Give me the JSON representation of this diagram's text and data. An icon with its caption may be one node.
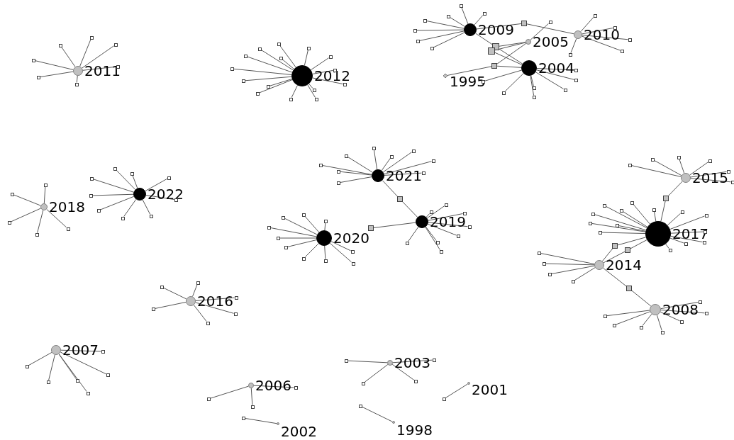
{
  "diagram": {
    "nodes": [
      {
        "text": [],
        "shape": "circle",
        "beside": [
          "2011"
        ]
      },
      {
        "text": [],
        "shape": "box"
      },
      {
        "text": [],
        "shape": "box"
      },
      {
        "text": [],
        "shape": "box"
      },
      {
        "text": [],
        "shape": "box"
      },
      {
        "text": [],
        "shape": "box"
      },
      {
        "text": [],
        "shape": "box"
      },
      {
        "text": [],
        "shape": "box"
      },
      {
        "text": [],
        "shape": "circle",
        "beside": [
          "2012"
        ]
      },
      {
        "text": [],
        "shape": "box"
      },
      {
        "text": [],
        "shape": "box"
      },
      {
        "text": [],
        "shape": "box"
      },
      {
        "text": [],
        "shape": "box"
      },
      {
        "text": [],
        "shape": "box"
      },
      {
        "text": [],
        "shape": "box"
      },
      {
        "text": [],
        "shape": "box"
      },
      {
        "text": [],
        "shape": "box"
      },
      {
        "text": [],
        "shape": "box"
      },
      {
        "text": [],
        "shape": "box"
      },
      {
        "text": [],
        "shape": "box"
      },
      {
        "text": [],
        "shape": "box"
      },
      {
        "text": [],
        "shape": "box"
      },
      {
        "text": [],
        "shape": "box"
      },
      {
        "text": [],
        "shape": "box"
      },
      {
        "text": [],
        "shape": "circle",
        "beside": [
          "2009"
        ]
      },
      {
        "text": [],
        "shape": "box"
      },
      {
        "text": [],
        "shape": "box"
      },
      {
        "text": [],
        "shape": "box"
      },
      {
        "text": [],
        "shape": "box"
      },
      {
        "text": [],
        "shape": "box"
      },
      {
        "text": [],
        "shape": "box"
      },
      {
        "text": [],
        "shape": "box"
      },
      {
        "text": [],
        "shape": "circle",
        "beside": [
          "2010"
        ]
      },
      {
        "text": [],
        "shape": "box"
      },
      {
        "text": [],
        "shape": "box"
      },
      {
        "text": [],
        "shape": "box"
      },
      {
        "text": [],
        "shape": "box"
      },
      {
        "text": [],
        "shape": "box"
      },
      {
        "text": [],
        "shape": "box"
      },
      {
        "text": [],
        "shape": "circle",
        "beside": [
          "2005"
        ]
      },
      {
        "text": [],
        "shape": "box"
      },
      {
        "text": [],
        "shape": "box"
      },
      {
        "text": [],
        "shape": "box"
      },
      {
        "text": [],
        "shape": "circle",
        "beside": [
          "2004"
        ]
      },
      {
        "text": [],
        "shape": "diamond",
        "beside": [
          "1995"
        ]
      },
      {
        "text": [],
        "shape": "box"
      },
      {
        "text": [],
        "shape": "box"
      },
      {
        "text": [],
        "shape": "box"
      },
      {
        "text": [],
        "shape": "box"
      },
      {
        "text": [],
        "shape": "box"
      },
      {
        "text": [],
        "shape": "box"
      },
      {
        "text": [],
        "shape": "box"
      },
      {
        "text": [],
        "shape": "box"
      },
      {
        "text": [],
        "shape": "circle",
        "beside": [
          "2021"
        ]
      },
      {
        "text": [],
        "shape": "box"
      },
      {
        "text": [],
        "shape": "box"
      },
      {
        "text": [],
        "shape": "box"
      },
      {
        "text": [],
        "shape": "box"
      },
      {
        "text": [],
        "shape": "box"
      },
      {
        "text": [],
        "shape": "box"
      },
      {
        "text": [],
        "shape": "box"
      },
      {
        "text": [],
        "shape": "box"
      },
      {
        "text": [],
        "shape": "box"
      },
      {
        "text": [],
        "shape": "circle",
        "beside": [
          "2015"
        ]
      },
      {
        "text": [],
        "shape": "box"
      },
      {
        "text": [],
        "shape": "box"
      },
      {
        "text": [],
        "shape": "box"
      },
      {
        "text": [],
        "shape": "box"
      },
      {
        "text": [],
        "shape": "box"
      },
      {
        "text": [],
        "shape": "box"
      },
      {
        "text": [],
        "shape": "circle",
        "beside": [
          "2022"
        ]
      },
      {
        "text": [],
        "shape": "box"
      },
      {
        "text": [],
        "shape": "box"
      },
      {
        "text": [],
        "shape": "box"
      },
      {
        "text": [],
        "shape": "box"
      },
      {
        "text": [],
        "shape": "box"
      },
      {
        "text": [],
        "shape": "box"
      },
      {
        "text": [],
        "shape": "box"
      },
      {
        "text": [],
        "shape": "box"
      },
      {
        "text": [],
        "shape": "box"
      },
      {
        "text": [],
        "shape": "circle",
        "beside": [
          "2018"
        ]
      },
      {
        "text": [],
        "shape": "box"
      },
      {
        "text": [],
        "shape": "box"
      },
      {
        "text": [],
        "shape": "box"
      },
      {
        "text": [],
        "shape": "box"
      },
      {
        "text": [],
        "shape": "box"
      },
      {
        "text": [],
        "shape": "box"
      },
      {
        "text": [],
        "shape": "circle",
        "beside": [
          "2019"
        ]
      },
      {
        "text": [],
        "shape": "box"
      },
      {
        "text": [],
        "shape": "box"
      },
      {
        "text": [],
        "shape": "box"
      },
      {
        "text": [],
        "shape": "box"
      },
      {
        "text": [],
        "shape": "box"
      },
      {
        "text": [],
        "shape": "box"
      },
      {
        "text": [],
        "shape": "box"
      },
      {
        "text": [],
        "shape": "box"
      },
      {
        "text": [],
        "shape": "box"
      },
      {
        "text": [],
        "shape": "box"
      },
      {
        "text": [],
        "shape": "circle",
        "beside": [
          "2017"
        ]
      },
      {
        "text": [],
        "shape": "box"
      },
      {
        "text": [],
        "shape": "box"
      },
      {
        "text": [],
        "shape": "box"
      },
      {
        "text": [],
        "shape": "box"
      },
      {
        "text": [],
        "shape": "box"
      },
      {
        "text": [],
        "shape": "box"
      },
      {
        "text": [],
        "shape": "box"
      },
      {
        "text": [],
        "shape": "box"
      },
      {
        "text": [],
        "shape": "box"
      },
      {
        "text": [],
        "shape": "box"
      },
      {
        "text": [],
        "shape": "box"
      },
      {
        "text": [],
        "shape": "box"
      },
      {
        "text": [],
        "shape": "box"
      },
      {
        "text": [],
        "shape": "box"
      },
      {
        "text": [],
        "shape": "circle",
        "beside": [
          "2020"
        ]
      },
      {
        "text": [],
        "shape": "box"
      },
      {
        "text": [],
        "shape": "box"
      },
      {
        "text": [],
        "shape": "box"
      },
      {
        "text": [],
        "shape": "box"
      },
      {
        "text": [],
        "shape": "box"
      },
      {
        "text": [],
        "shape": "box"
      },
      {
        "text": [],
        "shape": "box"
      },
      {
        "text": [],
        "shape": "box"
      },
      {
        "text": [],
        "shape": "box"
      },
      {
        "text": [],
        "shape": "box"
      },
      {
        "text": [],
        "shape": "box"
      },
      {
        "text": [],
        "shape": "box"
      },
      {
        "text": [],
        "shape": "circle",
        "beside": [
          "2014"
        ]
      },
      {
        "text": [],
        "shape": "box"
      },
      {
        "text": [],
        "shape": "box"
      },
      {
        "text": [],
        "shape": "box"
      },
      {
        "text": [],
        "shape": "box"
      },
      {
        "text": [],
        "shape": "box"
      },
      {
        "text": [],
        "shape": "circle",
        "beside": [
          "2016"
        ]
      },
      {
        "text": [],
        "shape": "box"
      },
      {
        "text": [],
        "shape": "box"
      },
      {
        "text": [],
        "shape": "box"
      },
      {
        "text": [],
        "shape": "box"
      },
      {
        "text": [],
        "shape": "box"
      },
      {
        "text": [],
        "shape": "box"
      },
      {
        "text": [],
        "shape": "circle",
        "beside": [
          "2008"
        ]
      },
      {
        "text": [],
        "shape": "box"
      },
      {
        "text": [],
        "shape": "box"
      },
      {
        "text": [],
        "shape": "box"
      },
      {
        "text": [],
        "shape": "box"
      },
      {
        "text": [],
        "shape": "box"
      },
      {
        "text": [],
        "shape": "box"
      },
      {
        "text": [],
        "shape": "box"
      },
      {
        "text": [],
        "shape": "circle",
        "beside": [
          "2007"
        ]
      },
      {
        "text": [],
        "shape": "box"
      },
      {
        "text": [],
        "shape": "box"
      },
      {
        "text": [],
        "shape": "box"
      },
      {
        "text": [],
        "shape": "box"
      },
      {
        "text": [],
        "shape": "box"
      },
      {
        "text": [],
        "shape": "box"
      },
      {
        "text": [],
        "shape": "circle",
        "beside": [
          "2003"
        ]
      },
      {
        "text": [],
        "shape": "box"
      },
      {
        "text": [],
        "shape": "box"
      },
      {
        "text": [],
        "shape": "box"
      },
      {
        "text": [],
        "shape": "box"
      },
      {
        "text": [],
        "shape": "circle",
        "beside": [
          "2006"
        ]
      },
      {
        "text": [],
        "shape": "box"
      },
      {
        "text": [],
        "shape": "box"
      },
      {
        "text": [],
        "shape": "box"
      },
      {
        "text": [],
        "shape": "circle",
        "beside": [
          "2001"
        ]
      },
      {
        "text": [],
        "shape": "box"
      },
      {
        "text": [],
        "shape": "circle",
        "beside": [
          "2002"
        ]
      },
      {
        "text": [],
        "shape": "box"
      },
      {
        "text": [],
        "shape": "circle",
        "beside": [
          "1998"
        ]
      },
      {
        "text": [],
        "shape": "box"
      }
    ],
    "edges": [
      {
        "from": 0,
        "to": 1,
        "arrow": "none"
      },
      {
        "from": 0,
        "to": 2,
        "arrow": "none"
      },
      {
        "from": 0,
        "to": 3,
        "arrow": "none"
      },
      {
        "from": 0,
        "to": 4,
        "arrow": "none"
      },
      {
        "from": 0,
        "to": 5,
        "arrow": "none"
      },
      {
        "from": 0,
        "to": 6,
        "arrow": "none"
      },
      {
        "from": 0,
        "to": 7,
        "arrow": "none"
      },
      {
        "from": 8,
        "to": 9,
        "arrow": "none"
      },
      {
        "from": 8,
        "to": 10,
        "arrow": "none"
      },
      {
        "from": 8,
        "to": 11,
        "arrow": "none"
      },
      {
        "from": 8,
        "to": 12,
        "arrow": "none"
      },
      {
        "from": 8,
        "to": 13,
        "arrow": "none"
      },
      {
        "from": 8,
        "to": 14,
        "arrow": "none"
      },
      {
        "from": 8,
        "to": 15,
        "arrow": "none"
      },
      {
        "from": 8,
        "to": 16,
        "arrow": "none"
      },
      {
        "from": 8,
        "to": 17,
        "arrow": "none"
      },
      {
        "from": 8,
        "to": 18,
        "arrow": "none"
      },
      {
        "from": 8,
        "to": 19,
        "arrow": "none"
      },
      {
        "from": 8,
        "to": 20,
        "arrow": "none"
      },
      {
        "from": 8,
        "to": 21,
        "arrow": "none"
      },
      {
        "from": 8,
        "to": 22,
        "arrow": "none"
      },
      {
        "from": 8,
        "to": 23,
        "arrow": "none"
      },
      {
        "from": 24,
        "to": 25,
        "arrow": "none"
      },
      {
        "from": 24,
        "to": 26,
        "arrow": "none"
      },
      {
        "from": 24,
        "to": 27,
        "arrow": "none"
      },
      {
        "from": 24,
        "to": 28,
        "arrow": "none"
      },
      {
        "from": 24,
        "to": 29,
        "arrow": "none"
      },
      {
        "from": 24,
        "to": 30,
        "arrow": "none"
      },
      {
        "from": 24,
        "to": 31,
        "arrow": "none"
      },
      {
        "from": 32,
        "to": 33,
        "arrow": "none"
      },
      {
        "from": 32,
        "to": 34,
        "arrow": "none"
      },
      {
        "from": 32,
        "to": 35,
        "arrow": "none"
      },
      {
        "from": 32,
        "to": 36,
        "arrow": "none"
      },
      {
        "from": 32,
        "to": 37,
        "arrow": "none"
      },
      {
        "from": 24,
        "to": 38,
        "arrow": "none"
      },
      {
        "from": 32,
        "to": 38,
        "arrow": "none"
      },
      {
        "from": 39,
        "to": 40,
        "arrow": "none"
      },
      {
        "from": 24,
        "to": 41,
        "arrow": "none"
      },
      {
        "from": 39,
        "to": 41,
        "arrow": "none"
      },
      {
        "from": 43,
        "to": 41,
        "arrow": "none"
      },
      {
        "from": 39,
        "to": 42,
        "arrow": "none"
      },
      {
        "from": 43,
        "to": 42,
        "arrow": "none"
      },
      {
        "from": 44,
        "to": 45,
        "arrow": "none"
      },
      {
        "from": 43,
        "to": 45,
        "arrow": "none"
      },
      {
        "from": 39,
        "to": 45,
        "arrow": "none"
      },
      {
        "from": 43,
        "to": 46,
        "arrow": "none"
      },
      {
        "from": 43,
        "to": 47,
        "arrow": "none"
      },
      {
        "from": 43,
        "to": 48,
        "arrow": "none"
      },
      {
        "from": 43,
        "to": 49,
        "arrow": "none"
      },
      {
        "from": 43,
        "to": 50,
        "arrow": "none"
      },
      {
        "from": 43,
        "to": 51,
        "arrow": "none"
      },
      {
        "from": 43,
        "to": 52,
        "arrow": "none"
      },
      {
        "from": 53,
        "to": 54,
        "arrow": "none"
      },
      {
        "from": 53,
        "to": 55,
        "arrow": "none"
      },
      {
        "from": 53,
        "to": 56,
        "arrow": "none"
      },
      {
        "from": 53,
        "to": 57,
        "arrow": "none"
      },
      {
        "from": 53,
        "to": 58,
        "arrow": "none"
      },
      {
        "from": 53,
        "to": 59,
        "arrow": "none"
      },
      {
        "from": 53,
        "to": 60,
        "arrow": "none"
      },
      {
        "from": 53,
        "to": 61,
        "arrow": "none"
      },
      {
        "from": 53,
        "to": 62,
        "arrow": "none"
      },
      {
        "from": 63,
        "to": 64,
        "arrow": "none"
      },
      {
        "from": 63,
        "to": 65,
        "arrow": "none"
      },
      {
        "from": 63,
        "to": 66,
        "arrow": "none"
      },
      {
        "from": 63,
        "to": 67,
        "arrow": "none"
      },
      {
        "from": 63,
        "to": 68,
        "arrow": "none"
      },
      {
        "from": 63,
        "to": 69,
        "arrow": "none"
      },
      {
        "from": 70,
        "to": 71,
        "arrow": "none"
      },
      {
        "from": 70,
        "to": 72,
        "arrow": "none"
      },
      {
        "from": 70,
        "to": 73,
        "arrow": "none"
      },
      {
        "from": 70,
        "to": 74,
        "arrow": "none"
      },
      {
        "from": 70,
        "to": 75,
        "arrow": "none"
      },
      {
        "from": 70,
        "to": 76,
        "arrow": "none"
      },
      {
        "from": 70,
        "to": 77,
        "arrow": "none"
      },
      {
        "from": 70,
        "to": 78,
        "arrow": "none"
      },
      {
        "from": 70,
        "to": 79,
        "arrow": "none"
      },
      {
        "from": 80,
        "to": 81,
        "arrow": "none"
      },
      {
        "from": 80,
        "to": 82,
        "arrow": "none"
      },
      {
        "from": 80,
        "to": 83,
        "arrow": "none"
      },
      {
        "from": 80,
        "to": 84,
        "arrow": "none"
      },
      {
        "from": 80,
        "to": 85,
        "arrow": "none"
      },
      {
        "from": 53,
        "to": 86,
        "arrow": "none"
      },
      {
        "from": 87,
        "to": 86,
        "arrow": "none"
      },
      {
        "from": 87,
        "to": 88,
        "arrow": "none"
      },
      {
        "from": 87,
        "to": 89,
        "arrow": "none"
      },
      {
        "from": 87,
        "to": 90,
        "arrow": "none"
      },
      {
        "from": 87,
        "to": 91,
        "arrow": "none"
      },
      {
        "from": 87,
        "to": 92,
        "arrow": "none"
      },
      {
        "from": 87,
        "to": 93,
        "arrow": "none"
      },
      {
        "from": 87,
        "to": 94,
        "arrow": "none"
      },
      {
        "from": 87,
        "to": 95,
        "arrow": "none"
      },
      {
        "from": 87,
        "to": 96,
        "arrow": "none"
      },
      {
        "from": 63,
        "to": 97,
        "arrow": "none"
      },
      {
        "from": 98,
        "to": 97,
        "arrow": "none"
      },
      {
        "from": 98,
        "to": 99,
        "arrow": "none"
      },
      {
        "from": 98,
        "to": 100,
        "arrow": "none"
      },
      {
        "from": 98,
        "to": 101,
        "arrow": "none"
      },
      {
        "from": 98,
        "to": 102,
        "arrow": "none"
      },
      {
        "from": 98,
        "to": 103,
        "arrow": "none"
      },
      {
        "from": 98,
        "to": 104,
        "arrow": "none"
      },
      {
        "from": 98,
        "to": 105,
        "arrow": "none"
      },
      {
        "from": 98,
        "to": 106,
        "arrow": "none"
      },
      {
        "from": 98,
        "to": 107,
        "arrow": "none"
      },
      {
        "from": 98,
        "to": 108,
        "arrow": "none"
      },
      {
        "from": 98,
        "to": 109,
        "arrow": "none"
      },
      {
        "from": 98,
        "to": 110,
        "arrow": "none"
      },
      {
        "from": 98,
        "to": 111,
        "arrow": "none"
      },
      {
        "from": 98,
        "to": 112,
        "arrow": "none"
      },
      {
        "from": 113,
        "to": 114,
        "arrow": "none"
      },
      {
        "from": 113,
        "to": 115,
        "arrow": "none"
      },
      {
        "from": 113,
        "to": 116,
        "arrow": "none"
      },
      {
        "from": 113,
        "to": 117,
        "arrow": "none"
      },
      {
        "from": 113,
        "to": 118,
        "arrow": "none"
      },
      {
        "from": 113,
        "to": 119,
        "arrow": "none"
      },
      {
        "from": 113,
        "to": 120,
        "arrow": "none"
      },
      {
        "from": 113,
        "to": 121,
        "arrow": "none"
      },
      {
        "from": 113,
        "to": 122,
        "arrow": "none"
      },
      {
        "from": 113,
        "to": 123,
        "arrow": "none"
      },
      {
        "from": 126,
        "to": 124,
        "arrow": "none"
      },
      {
        "from": 98,
        "to": 124,
        "arrow": "none"
      },
      {
        "from": 126,
        "to": 125,
        "arrow": "none"
      },
      {
        "from": 98,
        "to": 125,
        "arrow": "none"
      },
      {
        "from": 126,
        "to": 127,
        "arrow": "none"
      },
      {
        "from": 126,
        "to": 128,
        "arrow": "none"
      },
      {
        "from": 126,
        "to": 129,
        "arrow": "none"
      },
      {
        "from": 126,
        "to": 130,
        "arrow": "none"
      },
      {
        "from": 126,
        "to": 131,
        "arrow": "none"
      },
      {
        "from": 139,
        "to": 131,
        "arrow": "none"
      },
      {
        "from": 132,
        "to": 133,
        "arrow": "none"
      },
      {
        "from": 132,
        "to": 134,
        "arrow": "none"
      },
      {
        "from": 132,
        "to": 135,
        "arrow": "none"
      },
      {
        "from": 132,
        "to": 136,
        "arrow": "none"
      },
      {
        "from": 132,
        "to": 137,
        "arrow": "none"
      },
      {
        "from": 132,
        "to": 138,
        "arrow": "none"
      },
      {
        "from": 139,
        "to": 140,
        "arrow": "none"
      },
      {
        "from": 139,
        "to": 141,
        "arrow": "none"
      },
      {
        "from": 139,
        "to": 142,
        "arrow": "none"
      },
      {
        "from": 139,
        "to": 143,
        "arrow": "none"
      },
      {
        "from": 139,
        "to": 144,
        "arrow": "none"
      },
      {
        "from": 139,
        "to": 145,
        "arrow": "none"
      },
      {
        "from": 139,
        "to": 146,
        "arrow": "none"
      },
      {
        "from": 147,
        "to": 148,
        "arrow": "none"
      },
      {
        "from": 147,
        "to": 149,
        "arrow": "none"
      },
      {
        "from": 147,
        "to": 150,
        "arrow": "none"
      },
      {
        "from": 147,
        "to": 151,
        "arrow": "none"
      },
      {
        "from": 147,
        "to": 152,
        "arrow": "none"
      },
      {
        "from": 147,
        "to": 153,
        "arrow": "none"
      },
      {
        "from": 154,
        "to": 155,
        "arrow": "none"
      },
      {
        "from": 154,
        "to": 156,
        "arrow": "none"
      },
      {
        "from": 154,
        "to": 157,
        "arrow": "none"
      },
      {
        "from": 154,
        "to": 158,
        "arrow": "none"
      },
      {
        "from": 159,
        "to": 160,
        "arrow": "none"
      },
      {
        "from": 159,
        "to": 161,
        "arrow": "none"
      },
      {
        "from": 159,
        "to": 162,
        "arrow": "none"
      },
      {
        "from": 163,
        "to": 164,
        "arrow": "none"
      },
      {
        "from": 165,
        "to": 166,
        "arrow": "none"
      },
      {
        "from": 167,
        "to": 168,
        "arrow": "none"
      }
    ]
  }
}
